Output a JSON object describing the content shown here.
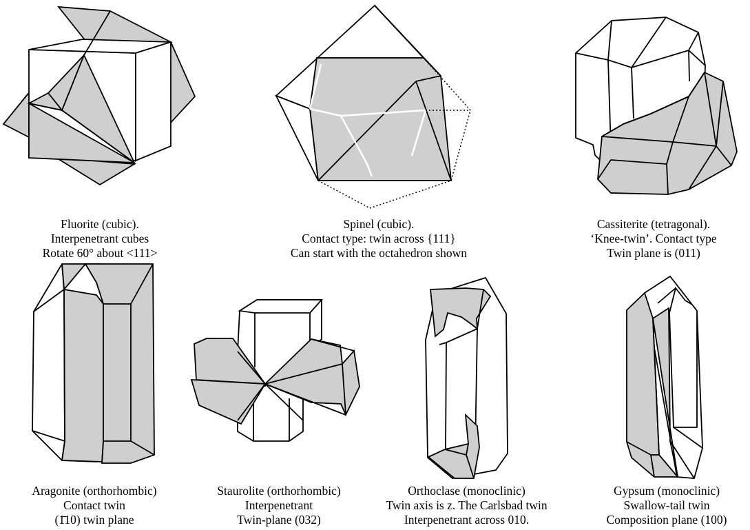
{
  "captions": {
    "fluorite": [
      "Fluorite (cubic).",
      "Interpenetrant cubes",
      "Rotate 60° about <111>"
    ],
    "spinel": [
      "Spinel (cubic).",
      "Contact type: twin across {111}",
      "Can start with the octahedron shown"
    ],
    "cassiterite": [
      "Cassiterite (tetragonal).",
      "‘Knee-twin’. Contact type",
      "Twin plane is (011)"
    ],
    "aragonite": [
      "Aragonite (orthorhombic)",
      "Contact twin",
      "(1̄10) twin plane"
    ],
    "staurolite": [
      "Staurolite (orthorhombic)",
      "Interpenetrant",
      "Twin-plane (032)"
    ],
    "orthoclase": [
      "Orthoclase (monoclinic)",
      "Twin axis is z. The Carlsbad twin",
      "Interpenetrant across 010."
    ],
    "gypsum": [
      "Gypsum (monoclinic)",
      "Swallow-tail twin",
      "Composition plane (100)"
    ]
  },
  "colors": {
    "shade": "#cfcfcf",
    "line": "#000000",
    "background": "#ffffff"
  }
}
